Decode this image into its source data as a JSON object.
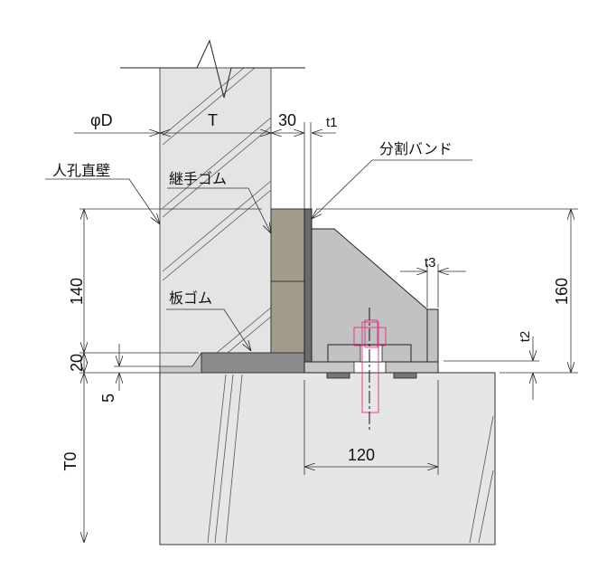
{
  "diagram": {
    "labels": {
      "manhole_wall": "人孔直壁",
      "joint_rubber": "継手ゴム",
      "plate_rubber": "板ゴム",
      "split_band": "分割バンド"
    },
    "dimensions": {
      "diameter": "φD",
      "wall_thickness": "T",
      "rubber_width": "30",
      "band_thickness": "t1",
      "rib_thickness": "t3",
      "base_thickness": "t2",
      "height_140": "140",
      "height_20": "20",
      "height_5": "5",
      "pipe_thickness": "T0",
      "height_160": "160",
      "width_120": "120"
    },
    "colors": {
      "concrete": "#e4e4e4",
      "joint_rubber": "#a29c8c",
      "plate_rubber": "#8c8c8c",
      "band": "#6a6a6a",
      "bracket": "#c2c2c2",
      "bolt": "#e0308a"
    }
  }
}
